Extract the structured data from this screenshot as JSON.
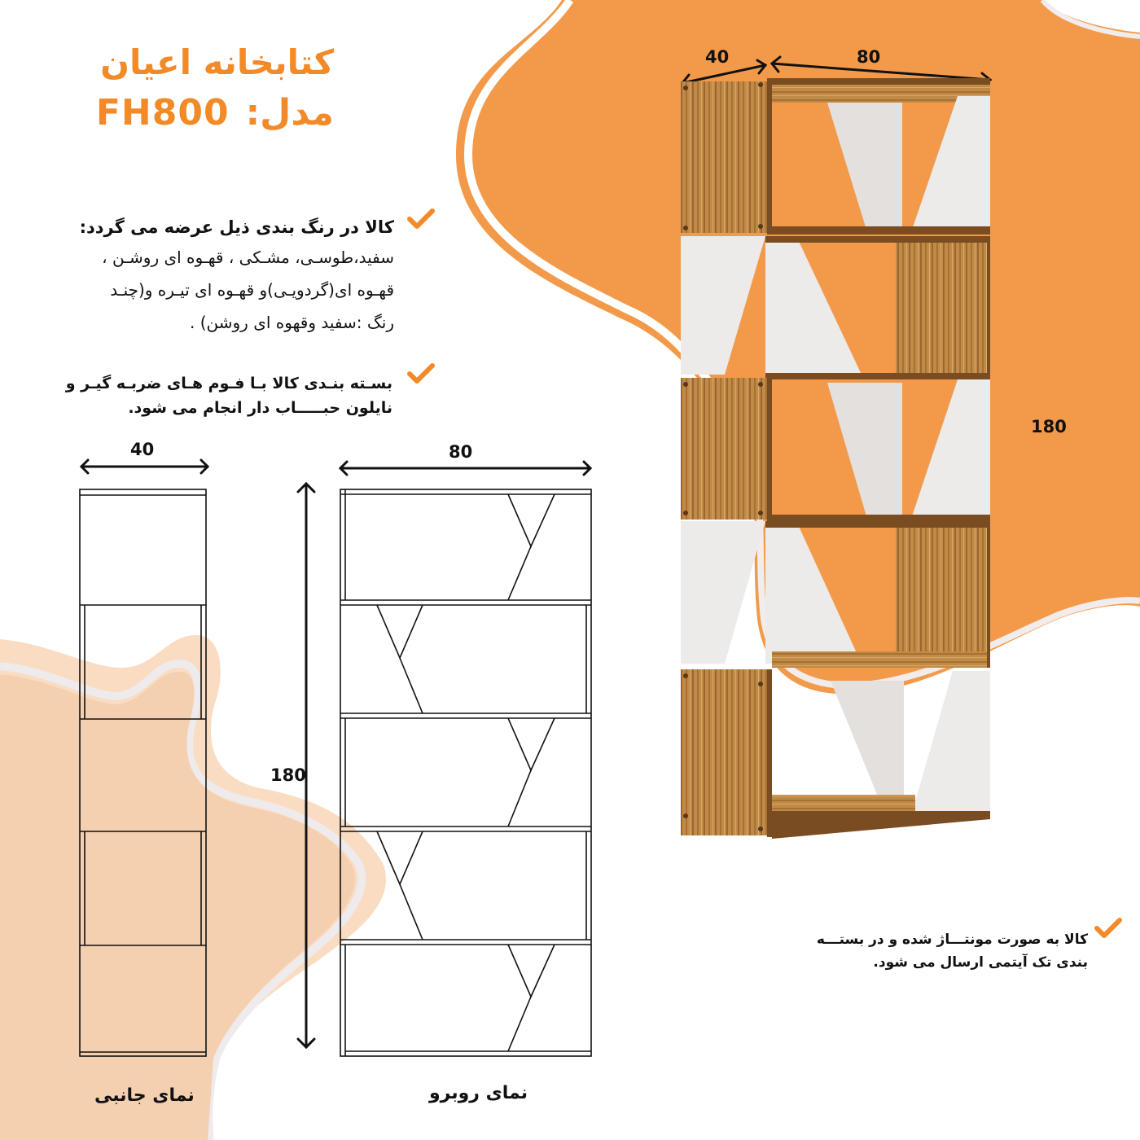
{
  "header": {
    "title": "کتابخانه اعیان",
    "model_label": "مدل:",
    "model_code": "FH800"
  },
  "features": [
    {
      "heading": "کالا در رنگ بندی ذیل عرضه می گردد:",
      "body_lines": [
        "سفید،طوسـی، مشـکی ، قهـوه ای روشـن ،",
        "قهـوه ای(گردویـی)و قهـوه ای تیـره و(چنـد",
        "رنگ :سفید وقهوه ای روشن) ."
      ],
      "icon": "check-icon"
    },
    {
      "lines": [
        "بسـته بنـدی کالا بـا فـوم هـای ضربـه گیـر و",
        "نایلون حبـــــاب دار انجام می شود."
      ],
      "icon": "check-icon"
    },
    {
      "lines": [
        "کالا به صورت مونتـــاژ شده و در بستـــه",
        "بندی تک آیتمی ارسال می شود."
      ],
      "icon": "check-icon"
    }
  ],
  "product_render": {
    "depth": "40",
    "width": "80",
    "height": "180"
  },
  "side_view": {
    "width_label": "40",
    "height_label": "180",
    "caption": "نمای جانبی"
  },
  "front_view": {
    "width_label": "80",
    "caption": "نمای روبرو"
  },
  "colors": {
    "accent": "#f28a28",
    "blob_orange": "#f39a4a",
    "blob_peach": "#f4cfb0",
    "blob_peach_light": "#f9dcc2",
    "wood": "#b8823f",
    "white_panel": "#e8e6e6"
  }
}
